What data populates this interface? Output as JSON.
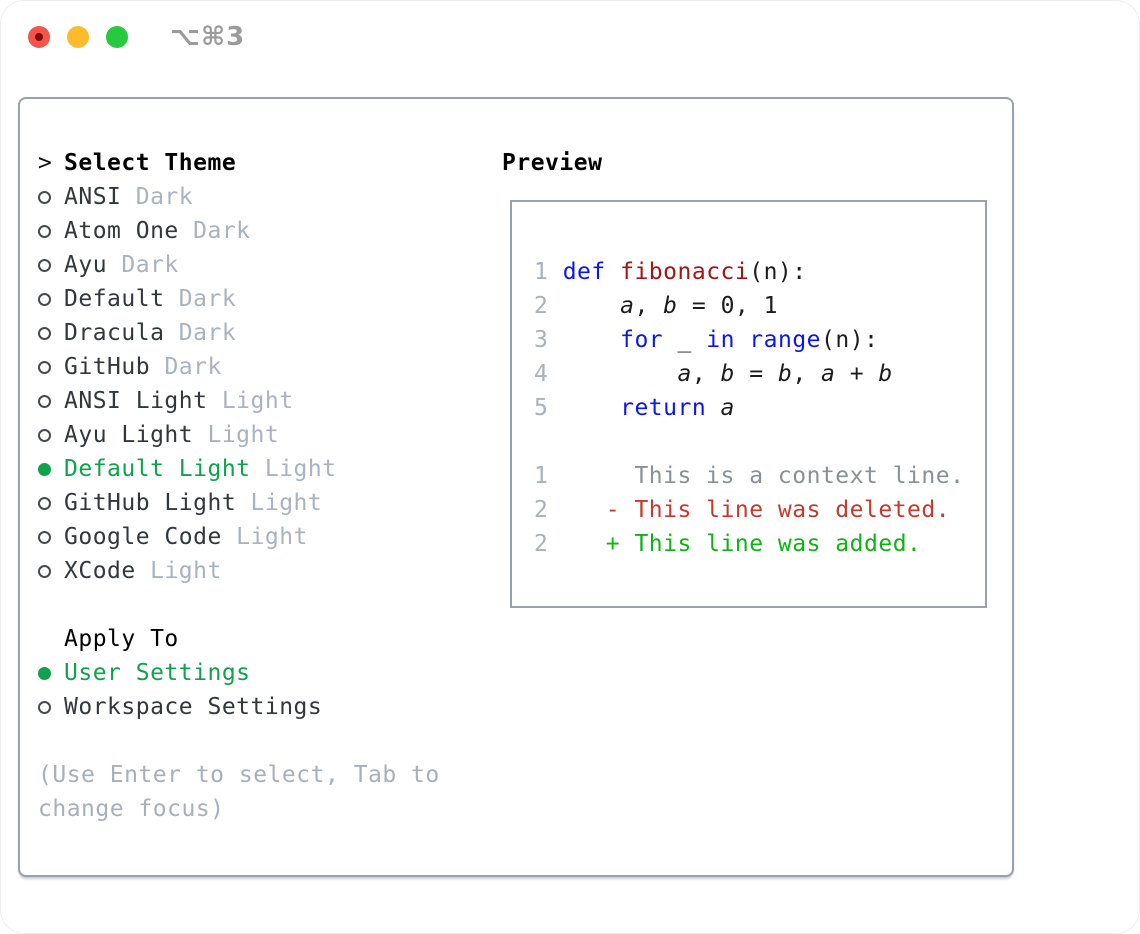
{
  "window": {
    "shortcut_label": "⌥⌘3",
    "traffic_lights": [
      "close",
      "minimize",
      "zoom"
    ]
  },
  "theme_picker": {
    "prompt": ">",
    "title": "Select Theme",
    "items": [
      {
        "name": "ANSI",
        "tag": "Dark",
        "selected": false
      },
      {
        "name": "Atom One",
        "tag": "Dark",
        "selected": false
      },
      {
        "name": "Ayu",
        "tag": "Dark",
        "selected": false
      },
      {
        "name": "Default",
        "tag": "Dark",
        "selected": false
      },
      {
        "name": "Dracula",
        "tag": "Dark",
        "selected": false
      },
      {
        "name": "GitHub",
        "tag": "Dark",
        "selected": false
      },
      {
        "name": "ANSI Light",
        "tag": "Light",
        "selected": false
      },
      {
        "name": "Ayu Light",
        "tag": "Light",
        "selected": false
      },
      {
        "name": "Default Light",
        "tag": "Light",
        "selected": true
      },
      {
        "name": "GitHub Light",
        "tag": "Light",
        "selected": false
      },
      {
        "name": "Google Code",
        "tag": "Light",
        "selected": false
      },
      {
        "name": "XCode",
        "tag": "Light",
        "selected": false
      }
    ],
    "apply_to": {
      "title": "Apply To",
      "options": [
        {
          "name": "User Settings",
          "selected": true
        },
        {
          "name": "Workspace Settings",
          "selected": false
        }
      ]
    },
    "hint_lines": [
      "(Use Enter to select, Tab to",
      "change focus)"
    ]
  },
  "preview": {
    "title": "Preview",
    "code_lines": [
      {
        "num": "1",
        "tokens": [
          {
            "t": "def",
            "c": "kw"
          },
          {
            "t": " ",
            "c": "tx"
          },
          {
            "t": "fibonacci",
            "c": "fn"
          },
          {
            "t": "(n):",
            "c": "tx"
          }
        ]
      },
      {
        "num": "2",
        "tokens": [
          {
            "t": "    ",
            "c": "tx"
          },
          {
            "t": "a",
            "c": "var"
          },
          {
            "t": ", ",
            "c": "tx"
          },
          {
            "t": "b",
            "c": "var"
          },
          {
            "t": " = ",
            "c": "tx"
          },
          {
            "t": "0, 1",
            "c": "tx"
          }
        ]
      },
      {
        "num": "3",
        "tokens": [
          {
            "t": "    ",
            "c": "tx"
          },
          {
            "t": "for",
            "c": "kw"
          },
          {
            "t": " ",
            "c": "tx"
          },
          {
            "t": "_",
            "c": "var"
          },
          {
            "t": " ",
            "c": "tx"
          },
          {
            "t": "in",
            "c": "kw"
          },
          {
            "t": " ",
            "c": "tx"
          },
          {
            "t": "range",
            "c": "kw"
          },
          {
            "t": "(n):",
            "c": "tx"
          }
        ]
      },
      {
        "num": "4",
        "tokens": [
          {
            "t": "        ",
            "c": "tx"
          },
          {
            "t": "a",
            "c": "var"
          },
          {
            "t": ", ",
            "c": "tx"
          },
          {
            "t": "b",
            "c": "var"
          },
          {
            "t": " = ",
            "c": "tx"
          },
          {
            "t": "b",
            "c": "var"
          },
          {
            "t": ", ",
            "c": "tx"
          },
          {
            "t": "a",
            "c": "var"
          },
          {
            "t": " + ",
            "c": "tx"
          },
          {
            "t": "b",
            "c": "var"
          }
        ]
      },
      {
        "num": "5",
        "tokens": [
          {
            "t": "    ",
            "c": "tx"
          },
          {
            "t": "return",
            "c": "kw"
          },
          {
            "t": " ",
            "c": "tx"
          },
          {
            "t": "a",
            "c": "var"
          }
        ]
      }
    ],
    "diff_lines": [
      {
        "num": "1",
        "tokens": [
          {
            "t": "     This is a context line.",
            "c": "ctx"
          }
        ]
      },
      {
        "num": "2",
        "tokens": [
          {
            "t": "   - This line was deleted.",
            "c": "del"
          }
        ]
      },
      {
        "num": "2",
        "tokens": [
          {
            "t": "   + This line was added.",
            "c": "add"
          }
        ]
      }
    ]
  },
  "colors": {
    "selection_green": "#0fa24c",
    "added_green": "#0db414",
    "deleted_red": "#c23b2c",
    "keyword_blue": "#0a16ee",
    "function_red": "#a31515",
    "muted_tag_gray": "#a9b3c0",
    "line_number_gray": "#a9b1bc",
    "context_gray": "#8a9099",
    "panel_border_gray": "#98a1ac"
  }
}
